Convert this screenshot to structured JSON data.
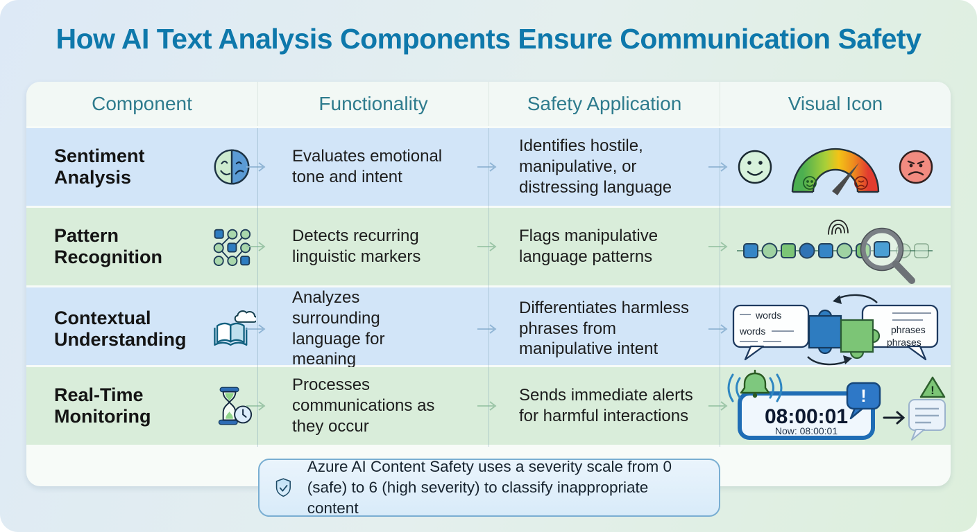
{
  "title": "How AI Text Analysis Components Ensure Communication Safety",
  "table": {
    "headers": [
      "Component",
      "Functionality",
      "Safety Application",
      "Visual Icon"
    ],
    "rows": [
      {
        "component": "Sentiment Analysis",
        "functionality": "Evaluates emotional tone and intent",
        "safety": "Identifies hostile, manipulative, or distressing language",
        "visual_icon": "sentiment-gauge-with-happy-and-angry-faces"
      },
      {
        "component": "Pattern Recognition",
        "functionality": "Detects recurring linguistic markers",
        "safety": "Flags manipulative language patterns",
        "visual_icon": "shape-sequence-with-fingerprint-and-magnifier"
      },
      {
        "component": "Contextual Understanding",
        "functionality": "Analyzes surrounding language for meaning",
        "safety": "Differentiates harmless phrases from manipulative intent",
        "visual_icon": "speech-bubbles-with-puzzle-pieces"
      },
      {
        "component": "Real-Time Monitoring",
        "functionality": "Processes communications as they occur",
        "safety": "Sends immediate alerts for harmful interactions",
        "visual_icon": "bell-clock-and-alert-bubbles"
      }
    ]
  },
  "visuals": {
    "contextual_labels": {
      "left": "words",
      "right": "phrases"
    },
    "realtime": {
      "time": "08:00:01",
      "now": "Now: 08:00:01",
      "alert": "!",
      "warning": "!"
    }
  },
  "note": "Azure AI Content Safety uses a severity scale from 0 (safe) to 6 (high severity) to classify inappropriate content",
  "colors": {
    "title": "#0e78ab",
    "header_text": "#2e7b8d",
    "row_blue": "#d2e5f8",
    "row_green": "#d9edda",
    "accent_blue": "#2e7cc0",
    "accent_green": "#7cc576",
    "gauge_red": "#e23c30",
    "note_border": "#79aed2"
  }
}
